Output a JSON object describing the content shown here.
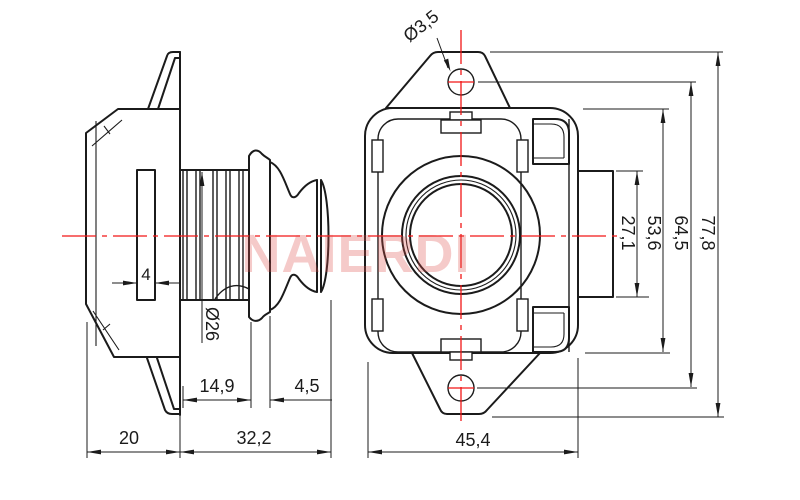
{
  "watermark": {
    "text": "NAIERDI"
  },
  "colors": {
    "line": "#1b1b1b",
    "centerline": "#f21616",
    "watermark": "#dd4f4b",
    "background": "#ffffff"
  },
  "dimensions": {
    "top_hole_diameter": "Ø3,5",
    "slot_width": "4",
    "thread_diameter": "Ø26",
    "thread_length": "14,9",
    "knob_disc_thickness": "4,5",
    "flange_depth": "20",
    "overall_depth": "32,2",
    "body_width": "45,4",
    "bolt_height": "27,1",
    "body_height": "53,6",
    "hole_center_span": "64,5",
    "overall_height": "77,8"
  }
}
